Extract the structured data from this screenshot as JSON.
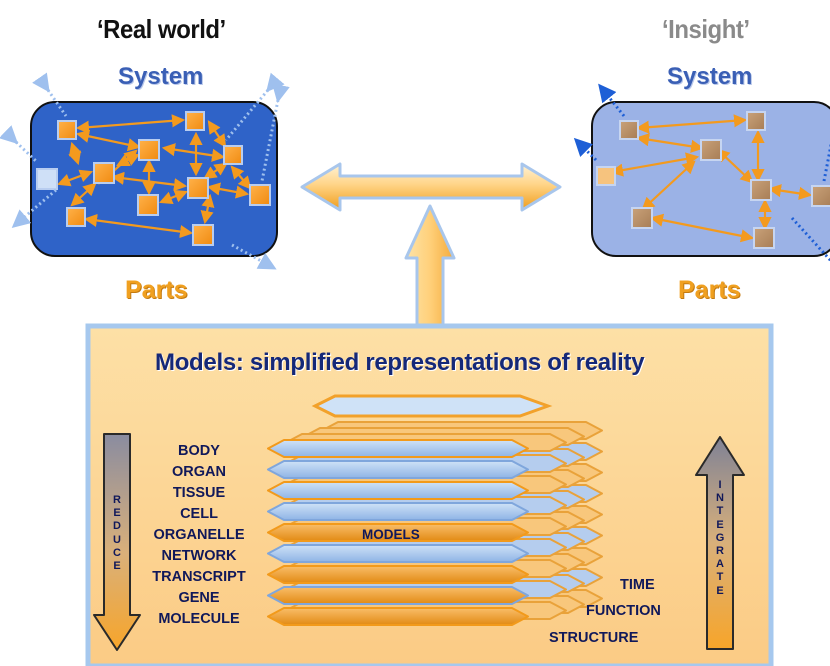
{
  "real_world": {
    "heading": "‘Real world’",
    "system_label": "System",
    "parts_label": "Parts"
  },
  "insight": {
    "heading": "‘Insight’",
    "system_label": "System",
    "parts_label": "Parts"
  },
  "models_panel": {
    "title": "Models: simplified  representations of  reality",
    "levels": [
      "BODY",
      "ORGAN",
      "TISSUE",
      "CELL",
      "ORGANELLE",
      "NETWORK",
      "TRANSCRIPT",
      "GENE",
      "MOLECULE"
    ],
    "reduce_word": "REDUCE",
    "integrate_word": "INTEGRATE",
    "center_label": "MODELS",
    "dimensions": [
      "TIME",
      "FUNCTION",
      "STRUCTURE"
    ]
  },
  "colors": {
    "real_system_fill": "#2f63c8",
    "insight_system_fill": "#9bb2e6",
    "orange": "#f39a1e",
    "panel_fill": "#fcd595",
    "panel_border": "#a6c8ee",
    "title_navy": "#152878"
  }
}
